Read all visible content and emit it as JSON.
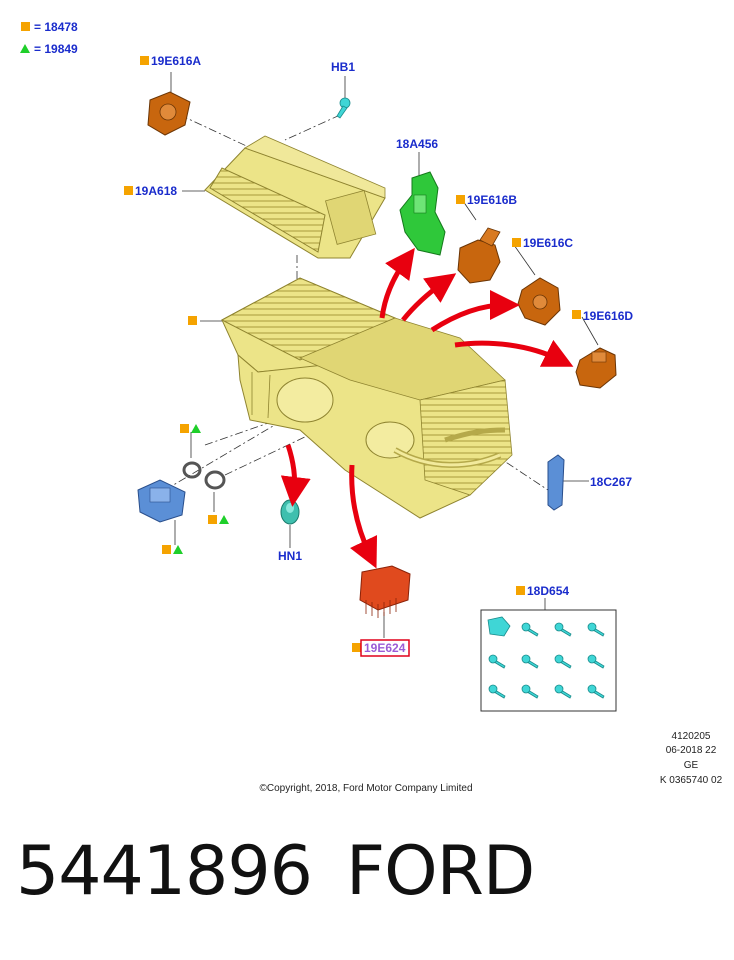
{
  "legend": [
    {
      "symbol": "square",
      "value": "18478"
    },
    {
      "symbol": "triangle",
      "value": "19849"
    }
  ],
  "callouts": {
    "c19E616A": "19E616A",
    "cHB1": "HB1",
    "c18A456": "18A456",
    "c19A618": "19A618",
    "c19E616B": "19E616B",
    "c19E616C": "19E616C",
    "c19E616D": "19E616D",
    "c18C267": "18C267",
    "cHN1": "HN1",
    "c19E624": "19E624",
    "c18D654": "18D654"
  },
  "legend_eq": "=",
  "info_block": [
    "4120205",
    "06-2018 22",
    "GE",
    "K 0365740 02"
  ],
  "copyright": "©Copyright, 2018, Ford Motor Company Limited",
  "part_number": "5441896",
  "brand": "FORD",
  "colors": {
    "label_blue": "#1a2ccc",
    "square_orange": "#f5a300",
    "triangle_green": "#1fcf2a",
    "highlight_red": "#e0001a",
    "arrow_red": "#e8000f",
    "housing_yellow": "#ece488",
    "actuator_orange": "#c8660e",
    "bracket_green": "#2fc83a",
    "part_blue": "#5b8fd6",
    "resistor_red": "#e04a1e",
    "screw_cyan": "#3fd6d6"
  }
}
